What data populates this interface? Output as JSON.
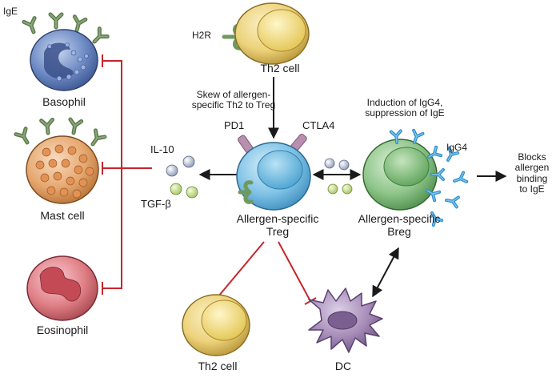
{
  "colors": {
    "inhibition": "#c8242b",
    "arrow": "#1a1a1a",
    "treg": "#7fc2e6",
    "breg": "#8fc58a",
    "th2": "#ecd27a",
    "basophil": "#6d8ac4",
    "mast": "#e6a870",
    "eosinophil": "#e07f86",
    "dc": "#a58ab6",
    "antibody_ige": "#6f8a5e",
    "antibody_igg4": "#3a9ed6",
    "receptor": "#b88fae"
  },
  "labels": {
    "ige": "IgE",
    "basophil": "Basophil",
    "mast_cell": "Mast cell",
    "eosinophil": "Eosinophil",
    "h2r": "H2R",
    "th2_top": "Th2 cell",
    "skew": "Skew of allergen-\nspecific Th2 to Treg",
    "pd1": "PD1",
    "ctla4": "CTLA4",
    "il10": "IL-10",
    "tgfb": "TGF-β",
    "treg": "Allergen-specific\nTreg",
    "induction": "Induction of IgG4,\nsuppression of IgE",
    "igg4": "IgG4",
    "breg": "Allergen-specific\nBreg",
    "blocks": "Blocks\nallergen\nbinding\nto IgE",
    "th2_bottom": "Th2 cell",
    "dc": "DC"
  }
}
